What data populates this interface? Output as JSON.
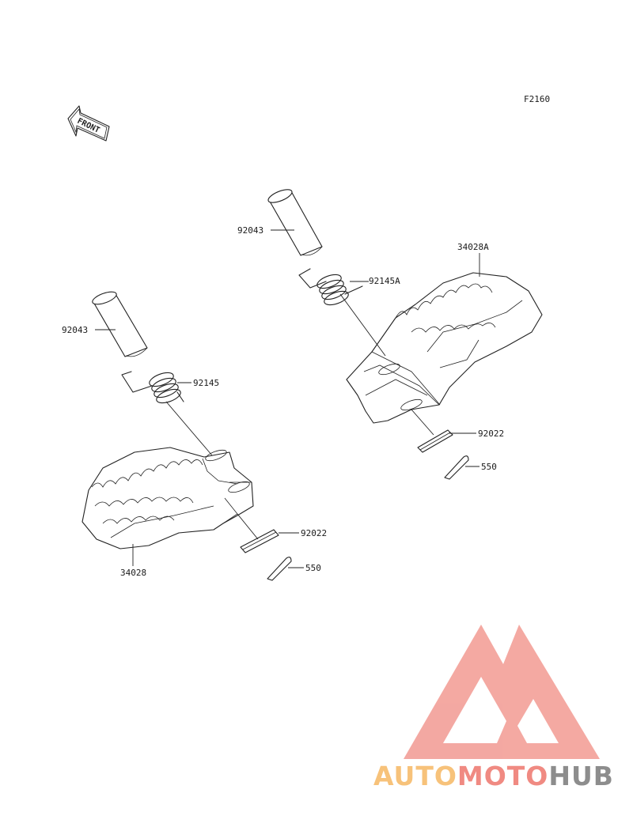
{
  "figure_code": "F2160",
  "front_arrow": {
    "text": "FRONT",
    "icon": "front-arrow-icon"
  },
  "callouts": [
    {
      "id": "pin_right",
      "label": "92043"
    },
    {
      "id": "spring_right",
      "label": "92145A"
    },
    {
      "id": "step_right",
      "label": "34028A"
    },
    {
      "id": "washer_right",
      "label": "92022"
    },
    {
      "id": "cotter_right",
      "label": "550"
    },
    {
      "id": "pin_left",
      "label": "92043"
    },
    {
      "id": "spring_left",
      "label": "92145"
    },
    {
      "id": "step_left",
      "label": "34028"
    },
    {
      "id": "washer_left",
      "label": "92022"
    },
    {
      "id": "cotter_left",
      "label": "550"
    }
  ],
  "watermark": {
    "icon": "automotohub-logo-icon",
    "parts": [
      {
        "text": "AUTO",
        "color": "#f7c27a"
      },
      {
        "text": "MOTO",
        "color": "#f08a82"
      },
      {
        "text": "HUB",
        "color": "#8d8d8d"
      }
    ],
    "logo_color": "#f29a92"
  }
}
